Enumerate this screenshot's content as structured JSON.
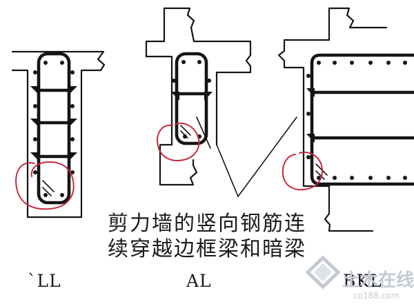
{
  "caption": {
    "line1": "剪力墙的竖向钢筋连",
    "line2": "续穿越边框梁和暗梁"
  },
  "labels": {
    "ll": "`LL",
    "al": "AL",
    "bkl": "BKL"
  },
  "watermark": {
    "brand": "土木在线",
    "site": "co188.com",
    "color": "#c4c9d3"
  },
  "colors": {
    "ink": "#141414",
    "highlight_circle": "#c8283c"
  }
}
